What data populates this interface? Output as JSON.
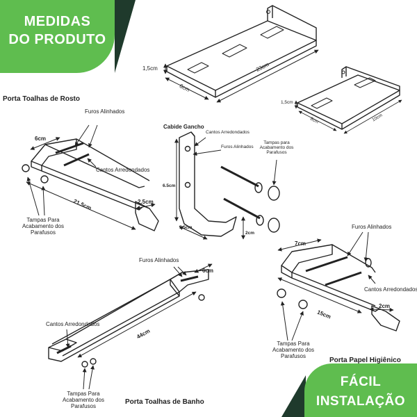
{
  "badges": {
    "top": [
      "MEDIDAS",
      "DO PRODUTO"
    ],
    "bottom": [
      "FÁCIL",
      "INSTALAÇÃO"
    ],
    "color": "#5fbd4f",
    "dark_color": "#1f3a2c"
  },
  "shelf_large": {
    "height": "1,5cm",
    "length": "23cm",
    "depth": "8cm"
  },
  "shelf_small": {
    "height": "1,5cm",
    "length": "10cm",
    "depth": "8cm"
  },
  "rosto": {
    "title": "Porta Toalhas de Rosto",
    "width": "6cm",
    "length": "21.5cm",
    "end": "2.5cm",
    "furos": "Furos Alinhados",
    "cantos": "Cantos Arredondados",
    "tampas": [
      "Tampas Para",
      "Acabamento dos",
      "Parafusos"
    ]
  },
  "gancho": {
    "title": "Cabide Gancho",
    "height": "6.5cm",
    "width": "5.5cm",
    "depth": "2cm",
    "cantos": "Cantos Arredondados",
    "furos": "Furos Alinhados",
    "tampas": [
      "Tampas para",
      "Acabamento dos",
      "Parafusos"
    ]
  },
  "banho": {
    "title": "Porta Toalhas de Banho",
    "width": "6cm",
    "length": "44cm",
    "furos": "Furos Alinhados",
    "cantos": "Cantos Arredondados",
    "tampas": [
      "Tampas Para",
      "Acabamento dos",
      "Parafusos"
    ]
  },
  "papel": {
    "title": "Porta Papel Higiênico",
    "width": "7cm",
    "length": "15cm",
    "end": "2cm",
    "furos": "Furos Alinhados",
    "cantos": "Cantos Arredondados",
    "tampas": [
      "Tampas Para",
      "Acabamento dos",
      "Parafusos"
    ]
  }
}
